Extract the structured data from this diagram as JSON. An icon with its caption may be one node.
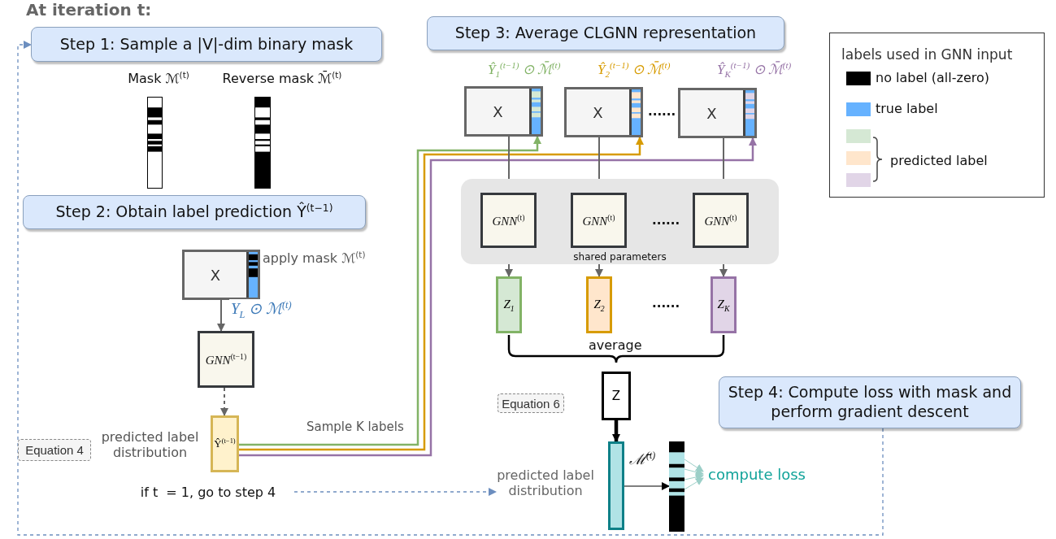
{
  "diagram": {
    "title": "At iteration t:",
    "nodes": [
      {
        "text": [
          "Step 1: Sample a |V|-dim binary mask"
        ]
      },
      {
        "text": [],
        "shape": "bar",
        "beside": [
          "Mask ℳ$^{(t)}$"
        ]
      },
      {
        "text": [],
        "shape": "bar",
        "beside": [
          "Reverse mask ℳ̄$^{(t)}$"
        ]
      },
      {
        "text": [
          "Step 2: Obtain label prediction Ŷ$^{(t−1)}$"
        ]
      },
      {
        "text": [
          "X"
        ],
        "beside": [
          "apply mask ℳ$^{(t)}$"
        ]
      },
      {
        "text": [
          "*GNN*$^{(t−1)}$"
        ]
      },
      {
        "text": [
          "Ŷ$^{(t−1)}$"
        ],
        "beside": [
          "predicted label distribution"
        ]
      },
      {
        "text": [
          "Step 3: Average CLGNN representation"
        ]
      },
      {
        "text": [
          "X"
        ],
        "beside": [
          "Ŷ$_{1}$$^{(t−1)}$ ⊙ ℳ̄$^{(t)}$"
        ]
      },
      {
        "text": [
          "X"
        ],
        "beside": [
          "Ŷ$_{2}$$^{(t−1)}$ ⊙ ℳ̄$^{(t)}$"
        ]
      },
      {
        "text": [
          "X"
        ],
        "beside": [
          "Ŷ$_{K}$$^{(t−1)}$ ⊙ ℳ̄$^{(t)}$"
        ]
      },
      {
        "text": [
          "shared parameters"
        ]
      },
      {
        "text": [
          "*GNN*$^{(t)}$"
        ],
        "in": 11
      },
      {
        "text": [
          "*GNN*$^{(t)}$"
        ],
        "in": 11
      },
      {
        "text": [
          "*GNN*$^{(t)}$"
        ],
        "in": 11
      },
      {
        "text": [
          "Z$_{1}$"
        ]
      },
      {
        "text": [
          "Z$_{2}$"
        ]
      },
      {
        "text": [
          "Z$_{K}$"
        ]
      },
      {
        "text": [
          "Z"
        ]
      },
      {
        "text": [
          "predicted label distribution"
        ]
      },
      {
        "text": [],
        "shape": "bar"
      },
      {
        "text": [],
        "shape": "bar"
      },
      {
        "text": [
          "compute loss"
        ]
      },
      {
        "text": [
          "Step 4: Compute loss with mask and perform gradient descent"
        ]
      },
      {
        "text": [
          "Equation 4"
        ]
      },
      {
        "text": [
          "Equation 6"
        ]
      },
      {
        "text": [
          "if t  = 1, go to step 4"
        ]
      }
    ],
    "edges": [
      {
        "from": 6,
        "to": 8,
        "arrow": "to",
        "label": "Sample K labels",
        "color": "#82b366"
      },
      {
        "from": 6,
        "to": 9,
        "arrow": "to",
        "color": "#d79b00"
      },
      {
        "from": 6,
        "to": 10,
        "arrow": "to",
        "color": "#9673a6"
      },
      {
        "from": 4,
        "to": 5,
        "arrow": "to",
        "label": "Y$_{L}$ ⊙ ℳ$^{(t)}$"
      },
      {
        "from": 5,
        "to": 6,
        "arrow": "to",
        "style": "dashed"
      },
      {
        "from": 8,
        "to": 12,
        "arrow": "to"
      },
      {
        "from": 9,
        "to": 13,
        "arrow": "to"
      },
      {
        "from": 10,
        "to": 14,
        "arrow": "to"
      },
      {
        "from": 12,
        "to": 15,
        "arrow": "to"
      },
      {
        "from": 13,
        "to": 16,
        "arrow": "to"
      },
      {
        "from": 14,
        "to": 17,
        "arrow": "to"
      },
      {
        "from": 18,
        "to": 20,
        "arrow": "to",
        "style": "thick",
        "color": "#000000"
      },
      {
        "from": 20,
        "to": 21,
        "arrow": "to",
        "label": "ℳ̄$^{(t)}$",
        "color": "#000000"
      },
      {
        "from": 21,
        "to": 22,
        "arrow": "to",
        "color": "#9ccfc8"
      },
      {
        "from": 21,
        "to": 22,
        "arrow": "to",
        "color": "#9ccfc8"
      },
      {
        "from": 21,
        "to": 22,
        "arrow": "to",
        "color": "#9ccfc8"
      },
      {
        "from": 21,
        "to": 22,
        "arrow": "to",
        "color": "#9ccfc8"
      },
      {
        "from": 26,
        "to": 19,
        "arrow": "to",
        "style": "dashed",
        "color": "#6c8ebf"
      },
      {
        "from": 23,
        "to": 0,
        "arrow": "to",
        "style": "dashed",
        "color": "#6c8ebf"
      }
    ],
    "labels": [
      "labels used in GNN input",
      "......",
      "......",
      "......",
      "average"
    ],
    "legend": [
      {
        "text": "no label (all-zero)",
        "color": "#000000"
      },
      {
        "text": "true label",
        "color": "#66b2ff"
      },
      {
        "text": "predicted label"
      }
    ]
  }
}
